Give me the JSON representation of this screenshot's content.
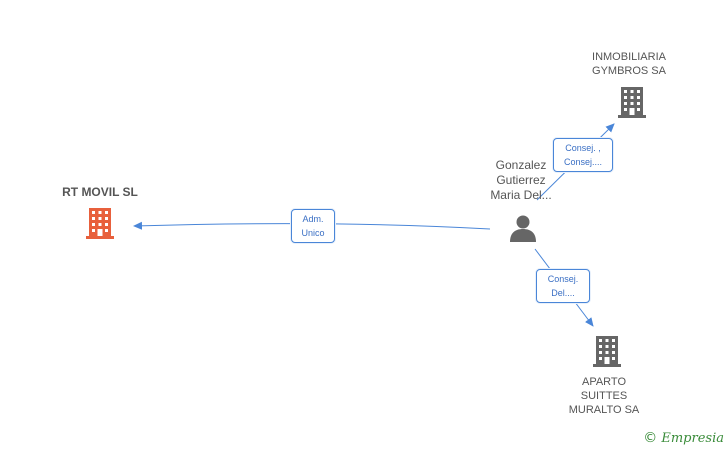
{
  "nodes": {
    "main_company": {
      "label": "RT MOVIL SL",
      "color": "#e8603c"
    },
    "person": {
      "label": "Gonzalez\nGutierrez\nMaria Del..."
    },
    "company_top": {
      "label": "INMOBILIARIA\nGYMBROS SA",
      "color": "#666666"
    },
    "company_bottom": {
      "label": "APARTO\nSUITTES\nMURALTO SA",
      "color": "#666666"
    }
  },
  "edges": {
    "to_main": {
      "label": "Adm.\nUnico"
    },
    "to_top": {
      "label": "Consej. ,\nConsej...."
    },
    "to_bottom": {
      "label": "Consej.\nDel...."
    }
  },
  "colors": {
    "edge": "#4a86d8",
    "person_icon": "#666666"
  },
  "brand": {
    "symbol": "©",
    "name": "Empresia"
  }
}
